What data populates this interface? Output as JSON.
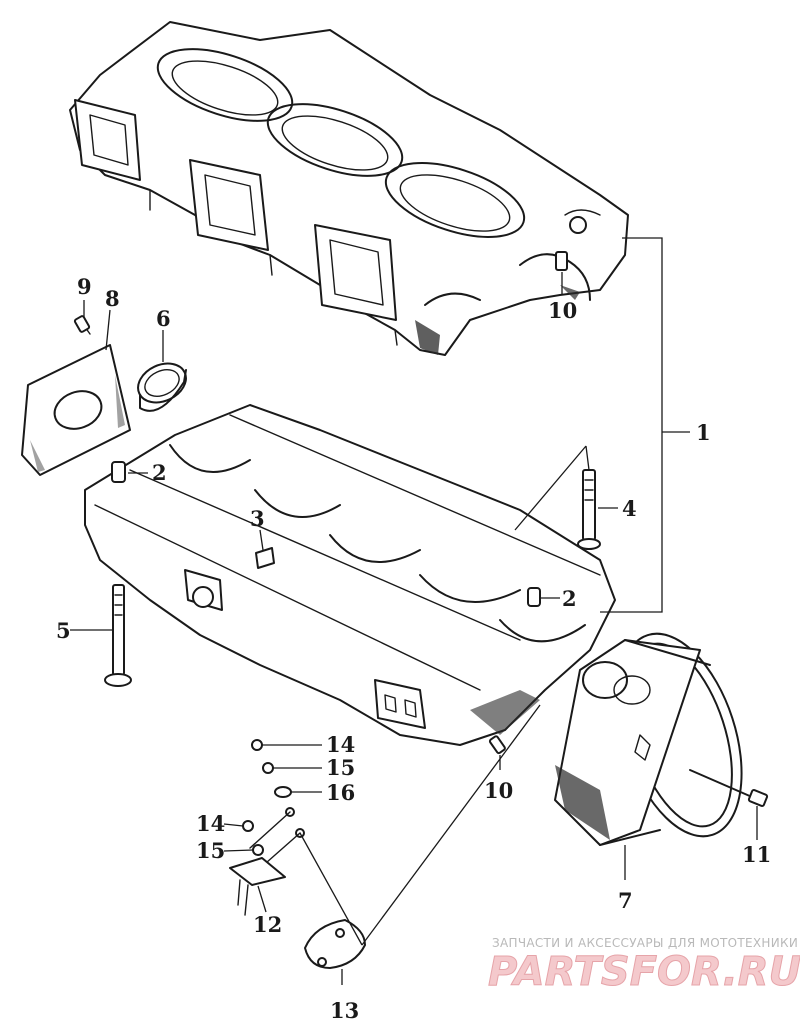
{
  "diagram": {
    "callouts": [
      {
        "id": "c1",
        "label": "1"
      },
      {
        "id": "c2a",
        "label": "2"
      },
      {
        "id": "c2b",
        "label": "2"
      },
      {
        "id": "c3",
        "label": "3"
      },
      {
        "id": "c4",
        "label": "4"
      },
      {
        "id": "c5",
        "label": "5"
      },
      {
        "id": "c6",
        "label": "6"
      },
      {
        "id": "c7",
        "label": "7"
      },
      {
        "id": "c8",
        "label": "8"
      },
      {
        "id": "c9",
        "label": "9"
      },
      {
        "id": "c10a",
        "label": "10"
      },
      {
        "id": "c10b",
        "label": "10"
      },
      {
        "id": "c11",
        "label": "11"
      },
      {
        "id": "c12",
        "label": "12"
      },
      {
        "id": "c13",
        "label": "13"
      },
      {
        "id": "c14a",
        "label": "14"
      },
      {
        "id": "c14b",
        "label": "14"
      },
      {
        "id": "c15a",
        "label": "15"
      },
      {
        "id": "c15b",
        "label": "15"
      },
      {
        "id": "c16",
        "label": "16"
      }
    ]
  },
  "watermark": {
    "tagline": "ЗАПЧАСТИ И АКСЕССУАРЫ ДЛЯ МОТОТЕХНИКИ",
    "logo": "PARTSFOR.RU"
  }
}
